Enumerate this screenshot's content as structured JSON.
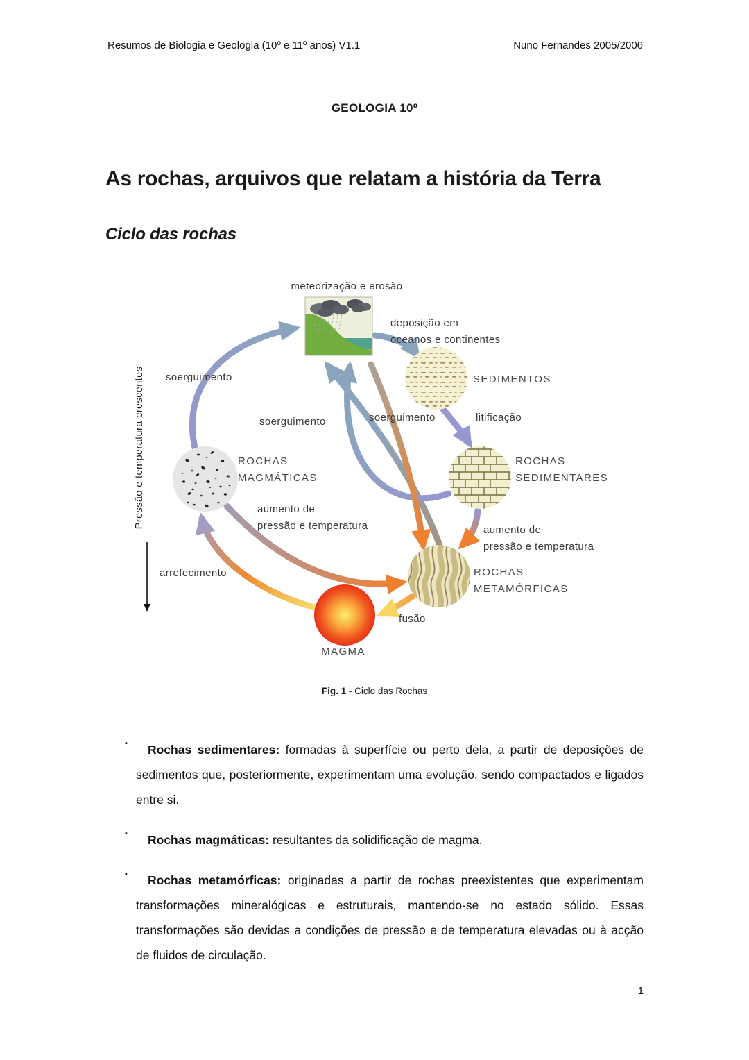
{
  "header": {
    "left": "Resumos de Biologia e Geologia (10º e 11º anos) V1.1",
    "right": "Nuno Fernandes 2005/2006"
  },
  "page": {
    "section_title": "GEOLOGIA 10º",
    "heading": "As rochas, arquivos que relatam a história da Terra",
    "subheading": "Ciclo das rochas",
    "page_number": "1"
  },
  "figure": {
    "caption_bold": "Fig. 1",
    "caption_rest": " - Ciclo das Rochas",
    "labels": {
      "weathering": "meteorização e erosão",
      "deposition_line1": "deposição em",
      "deposition_line2": "oceanos e continentes",
      "sediments": "SEDIMENTOS",
      "uplift_left": "soerguimento",
      "uplift_mid": "soerguimento",
      "uplift_center": "soerguimento",
      "lithification": "litificação",
      "magmatic_line1": "ROCHAS",
      "magmatic_line2": "MAGMÁTICAS",
      "sedimentary_line1": "ROCHAS",
      "sedimentary_line2": "SEDIMENTARES",
      "pt_left_line1": "aumento de",
      "pt_left_line2": "pressão e temperatura",
      "pt_right_line1": "aumento de",
      "pt_right_line2": "pressão e temperatura",
      "metamorphic_line1": "ROCHAS",
      "metamorphic_line2": "METAMÓRFICAS",
      "cooling": "arrefecimento",
      "melting": "fusão",
      "magma": "MAGMA",
      "axis": "Pressão e temperatura crescentes"
    },
    "colors": {
      "arrow_blue": "#8ba4be",
      "arrow_purple": "#9597cd",
      "arrow_orange": "#ef8030",
      "arrow_yellow": "#f6d563",
      "magmatic_fill": "#e6e6e4",
      "metamorphic_fill": "#ede4c3"
    }
  },
  "bullets": [
    {
      "term": "Rochas sedimentares:",
      "text": " formadas à superfície ou perto dela, a partir de deposições de sedimentos que, posteriormente, experimentam uma evolução, sendo compactados e ligados entre si."
    },
    {
      "term": "Rochas magmáticas:",
      "text": " resultantes da solidificação de magma."
    },
    {
      "term": "Rochas metamórficas:",
      "text": " originadas a partir de rochas preexistentes que experimentam transformações mineralógicas e estruturais, mantendo-se no estado sólido. Essas transformações são devidas a condições de pressão e de temperatura elevadas ou à acção de fluidos de circulação."
    }
  ]
}
